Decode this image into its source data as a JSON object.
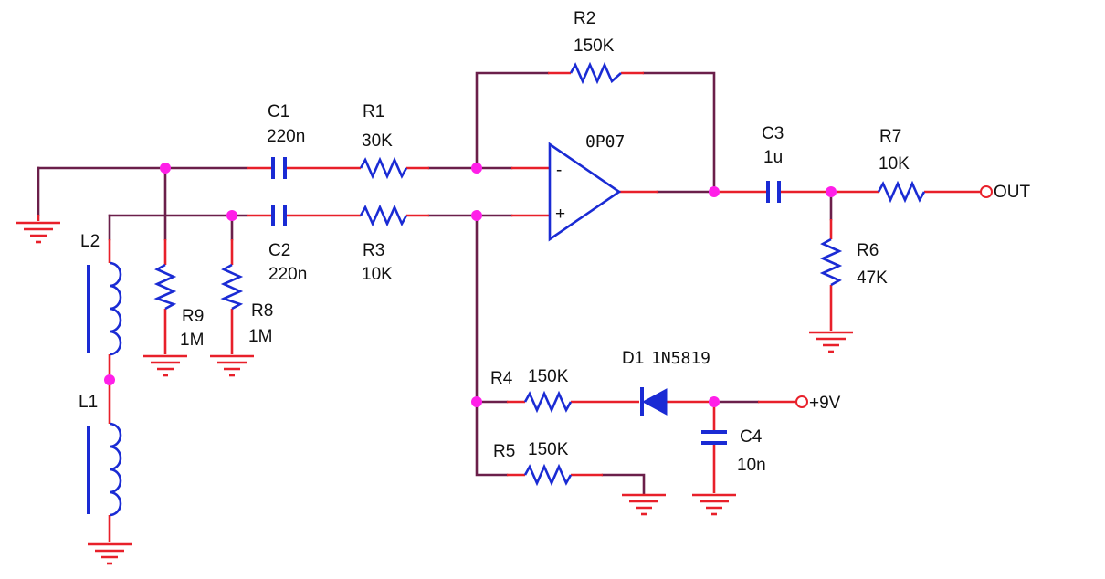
{
  "colors": {
    "wire": "#6b1f4a",
    "lead": "#e8202a",
    "component": "#1a2bd4",
    "junction": "#ff1fe8",
    "background": "#ffffff"
  },
  "components": {
    "opamp": {
      "name": "0P07"
    },
    "R1": {
      "ref": "R1",
      "value": "30K"
    },
    "R2": {
      "ref": "R2",
      "value": "150K"
    },
    "R3": {
      "ref": "R3",
      "value": "10K"
    },
    "R4": {
      "ref": "R4",
      "value": "150K"
    },
    "R5": {
      "ref": "R5",
      "value": "150K"
    },
    "R6": {
      "ref": "R6",
      "value": "47K"
    },
    "R7": {
      "ref": "R7",
      "value": "10K"
    },
    "R8": {
      "ref": "R8",
      "value": "1M"
    },
    "R9": {
      "ref": "R9",
      "value": "1M"
    },
    "C1": {
      "ref": "C1",
      "value": "220n"
    },
    "C2": {
      "ref": "C2",
      "value": "220n"
    },
    "C3": {
      "ref": "C3",
      "value": "1u"
    },
    "C4": {
      "ref": "C4",
      "value": "10n"
    },
    "D1": {
      "ref": "D1",
      "value": "1N5819"
    },
    "L1": {
      "ref": "L1"
    },
    "L2": {
      "ref": "L2"
    }
  },
  "opamp_pins": {
    "minus": "-",
    "plus": "+"
  },
  "terminals": {
    "out": "OUT",
    "supply": "+9V"
  }
}
